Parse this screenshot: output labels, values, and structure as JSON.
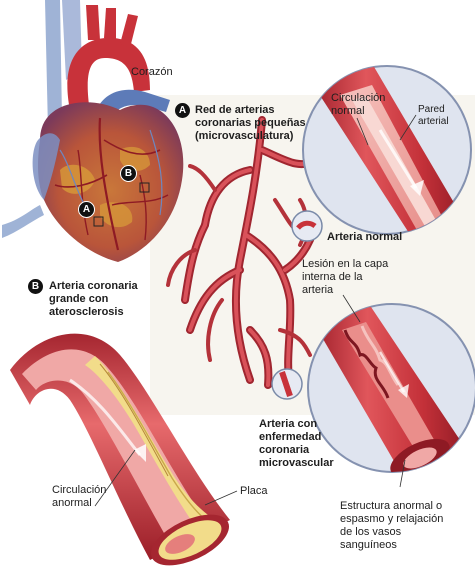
{
  "heart": {
    "label": "Corazón"
  },
  "section_a": {
    "badge": "A",
    "line1": "Red de arterias",
    "line2": "coronarias pequeñas",
    "line3": "(microvasculatura)"
  },
  "section_b": {
    "badge": "B",
    "line1": "Arteria coronaria",
    "line2": "grande con",
    "line3": "aterosclerosis"
  },
  "normal_artery": {
    "flow_line1": "Circulación",
    "flow_line2": "normal",
    "wall_line1": "Pared",
    "wall_line2": "arterial",
    "title": "Arteria normal"
  },
  "damaged_artery": {
    "injury_line1": "Lesión en la capa",
    "injury_line2": "interna de la",
    "injury_line3": "arteria",
    "title_line1": "Arteria con",
    "title_line2": "enfermedad",
    "title_line3": "coronaria",
    "title_line4": "microvascular",
    "struct_line1": "Estructura anormal o",
    "struct_line2": "espasmo y relajación",
    "struct_line3": "de los vasos",
    "struct_line4": "sanguíneos"
  },
  "large_artery": {
    "flow_line1": "Circulación",
    "flow_line2": "anormal",
    "plaque": "Placa"
  },
  "colors": {
    "artery_red": "#c8323a",
    "artery_light": "#f0a8a6",
    "plaque_yellow": "#f2dc8a",
    "vein_blue": "#9fb3d6",
    "background_panel": "#f7f5ef"
  }
}
